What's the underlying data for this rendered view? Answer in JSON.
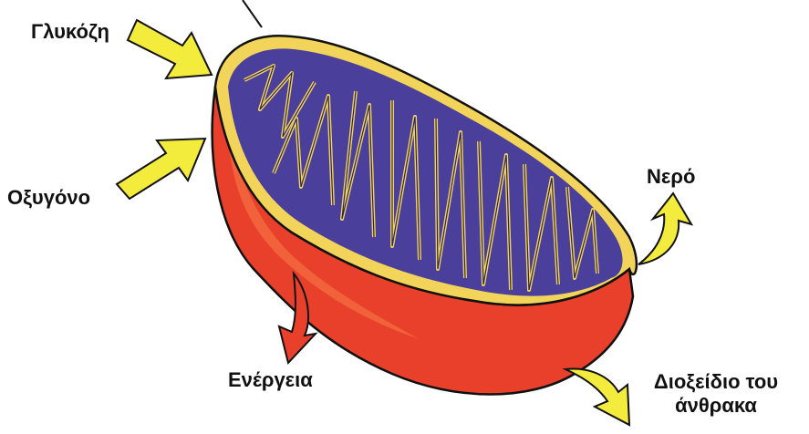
{
  "labels": {
    "glucose": "Γλυκόζη",
    "oxygen": "Οξυγόνο",
    "water": "Νερό",
    "energy": "Ενέργεια",
    "co2_line1": "Διοξείδιο του",
    "co2_line2": "άνθρακα"
  },
  "colors": {
    "outer_membrane": "#e8402a",
    "outer_membrane_light": "#f0643a",
    "matrix": "#4a3f9a",
    "cristae": "#f2d45a",
    "arrow_yellow": "#f4ec3c",
    "arrow_red": "#e8402a",
    "outline": "#111111"
  }
}
